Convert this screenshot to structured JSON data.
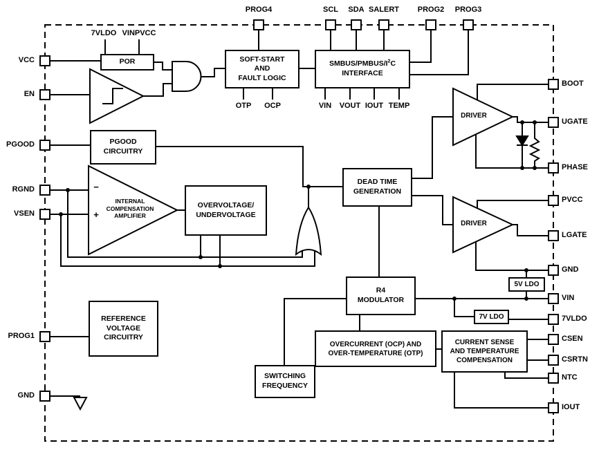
{
  "colors": {
    "background": "#ffffff",
    "line": "#000000"
  },
  "pins": {
    "top": [
      {
        "label": "PROG4"
      },
      {
        "label": "SCL"
      },
      {
        "label": "SDA"
      },
      {
        "label": "SALERT"
      },
      {
        "label": "PROG2"
      },
      {
        "label": "PROG3"
      }
    ],
    "left": [
      {
        "label": "VCC"
      },
      {
        "label": "EN"
      },
      {
        "label": "PGOOD"
      },
      {
        "label": "RGND"
      },
      {
        "label": "VSEN"
      },
      {
        "label": "PROG1"
      },
      {
        "label": "GND"
      }
    ],
    "right": [
      {
        "label": "BOOT"
      },
      {
        "label": "UGATE"
      },
      {
        "label": "PHASE"
      },
      {
        "label": "PVCC"
      },
      {
        "label": "LGATE"
      },
      {
        "label": "GND"
      },
      {
        "label": "VIN"
      },
      {
        "label": "7VLDO"
      },
      {
        "label": "CSEN"
      },
      {
        "label": "CSRTN"
      },
      {
        "label": "NTC"
      },
      {
        "label": "IOUT"
      }
    ]
  },
  "blocks": {
    "por": {
      "lines": [
        "POR"
      ]
    },
    "soft_start": {
      "lines": [
        "SOFT-START",
        "AND",
        "FAULT LOGIC"
      ]
    },
    "smbus": {
      "l1a": "SMBUS/PMBUS/I",
      "sup": "2",
      "l1c": "C",
      "l2": "INTERFACE"
    },
    "pgood": {
      "lines": [
        "PGOOD",
        "CIRCUITRY"
      ]
    },
    "ovuv": {
      "lines": [
        "OVERVOLTAGE/",
        "UNDERVOLTAGE"
      ]
    },
    "dead_time": {
      "lines": [
        "DEAD TIME",
        "GENERATION"
      ]
    },
    "r4": {
      "lines": [
        "R4",
        "MODULATOR"
      ]
    },
    "ocp_otp": {
      "lines": [
        "OVERCURRENT (OCP) AND",
        "OVER-TEMPERATURE (OTP)"
      ]
    },
    "current_sense": {
      "lines": [
        "CURRENT SENSE",
        "AND TEMPERATURE",
        "COMPENSATION"
      ]
    },
    "switching_freq": {
      "lines": [
        "SWITCHING",
        "FREQUENCY"
      ]
    },
    "ref_voltage": {
      "lines": [
        "REFERENCE",
        "VOLTAGE",
        "CIRCUITRY"
      ]
    },
    "ldo5": {
      "lines": [
        "5V LDO"
      ]
    },
    "ldo7": {
      "lines": [
        "7V LDO"
      ]
    },
    "driver_high": {
      "label": "DRIVER"
    },
    "driver_low": {
      "label": "DRIVER"
    },
    "comp_amp": {
      "lines": [
        "INTERNAL",
        "COMPENSATION",
        "AMPLIFIER"
      ],
      "minus": "−",
      "plus": "+"
    }
  },
  "signals": {
    "por_monitors": [
      "7VLDO",
      "VINPVCC"
    ],
    "fault_flags": [
      "OTP",
      "OCP"
    ],
    "telemetry": [
      "VIN",
      "VOUT",
      "IOUT",
      "TEMP"
    ]
  }
}
